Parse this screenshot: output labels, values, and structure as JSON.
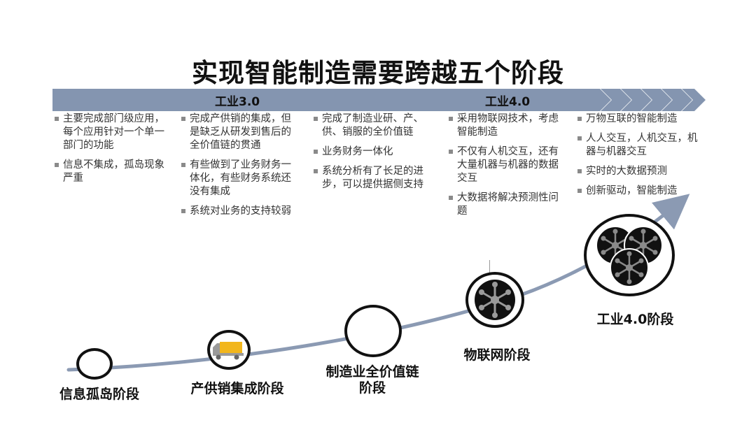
{
  "title": "实现智能制造需要跨越五个阶段",
  "band": {
    "label_left": "工业3.0",
    "label_right": "工业4.0",
    "color": "#8495b0"
  },
  "columns": [
    {
      "items": [
        "主要完成部门级应用，每个应用针对一个单一部门的功能",
        "信息不集成，孤岛现象严重"
      ]
    },
    {
      "items": [
        "完成产供销的集成，但是缺乏从研发到售后的全价值链的贯通",
        "有些做到了业务财务一体化，有些财务系统还没有集成",
        "系统对业务的支持较弱"
      ]
    },
    {
      "items": [
        "完成了制造业研、产、供、销服的全价值链",
        "业务财务一体化",
        "系统分析有了长足的进步，可以提供据侧支持"
      ]
    },
    {
      "items": [
        "采用物联网技术，考虑智能制造",
        "不仅有人机交互，还有大量机器与机器的数据交互",
        "大数据将解决预测性问题"
      ]
    },
    {
      "items": [
        "万物互联的智能制造",
        "人人交互，人机交互，机器与机器交互",
        "实时的大数据预测",
        "创新驱动，智能制造"
      ]
    }
  ],
  "stages": [
    {
      "label": "信息孤岛阶段",
      "icon": "empty-circle"
    },
    {
      "label": "产供销集成阶段",
      "icon": "truck-icon"
    },
    {
      "label": "制造业全价值链阶段",
      "line1": "制造业全价值链",
      "line2": "阶段",
      "icon": "empty-circle"
    },
    {
      "label": "物联网阶段",
      "icon": "network-icon"
    },
    {
      "label": "工业4.0阶段",
      "icon": "multi-network-icon"
    }
  ],
  "colors": {
    "curve": "#8b9ab3",
    "node_border": "#111111",
    "truck": "#f2b61c"
  }
}
